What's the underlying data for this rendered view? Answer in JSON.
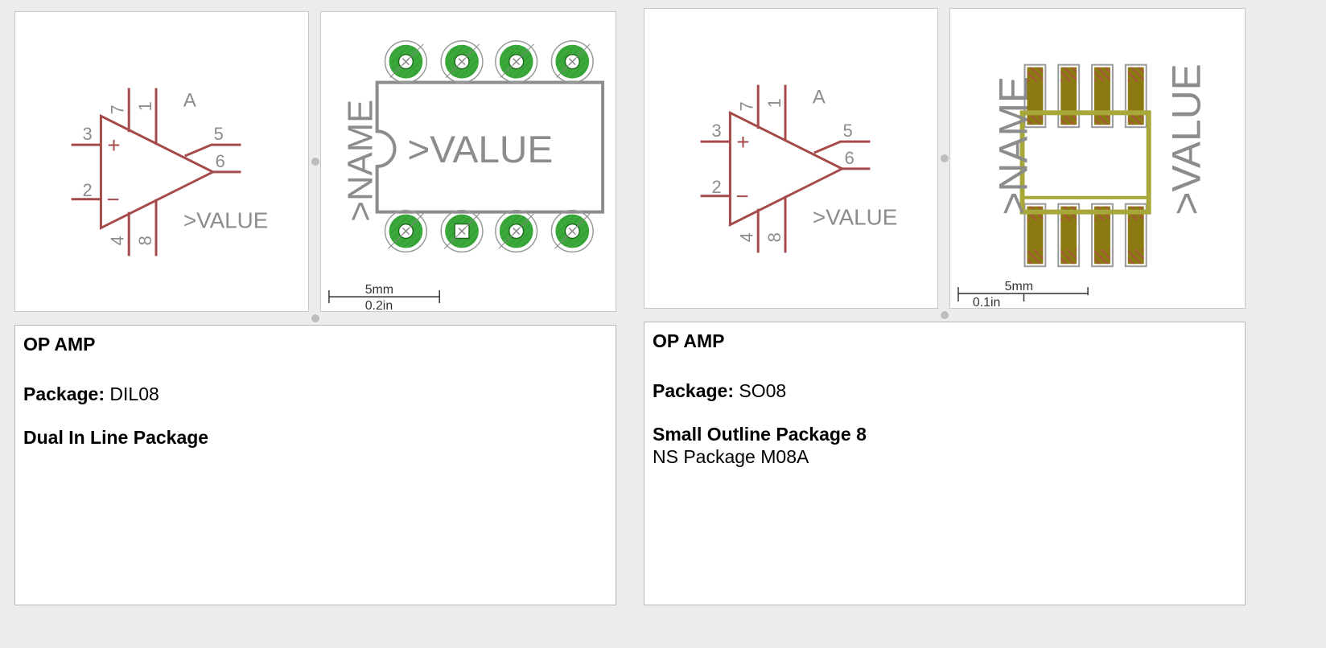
{
  "parts": [
    {
      "symbol": {
        "pin_labels": [
          "7",
          "1",
          "3",
          "2",
          "4",
          "8",
          "5",
          "6"
        ],
        "plus": "+",
        "minus": "−",
        "gate": "A",
        "value_label": ">VALUE"
      },
      "package_view": {
        "name_label": ">NAME",
        "value_label": ">VALUE",
        "scale_metric": "5mm",
        "scale_imperial": "0.2in"
      },
      "description": {
        "title": "OP AMP",
        "package_label": "Package:",
        "package_value": "DIL08",
        "long_name": "Dual In Line Package",
        "sub_text": ""
      }
    },
    {
      "symbol": {
        "pin_labels": [
          "7",
          "1",
          "3",
          "2",
          "4",
          "8",
          "5",
          "6"
        ],
        "plus": "+",
        "minus": "−",
        "gate": "A",
        "value_label": ">VALUE"
      },
      "package_view": {
        "name_label": ">NAME",
        "value_label": ">VALUE",
        "scale_metric": "5mm",
        "scale_imperial": "0.1in"
      },
      "description": {
        "title": "OP AMP",
        "package_label": "Package:",
        "package_value": "SO08",
        "long_name": "Small Outline Package 8",
        "sub_text": "NS Package M08A"
      }
    }
  ],
  "colors": {
    "symbol": "#a54b4b",
    "outline": "#8c8c8c",
    "pad_green": "#3aa83a",
    "smd_pad": "#8b7a12",
    "smd_outline": "#a8a83a",
    "smd_hatch": "#b24a4a"
  }
}
